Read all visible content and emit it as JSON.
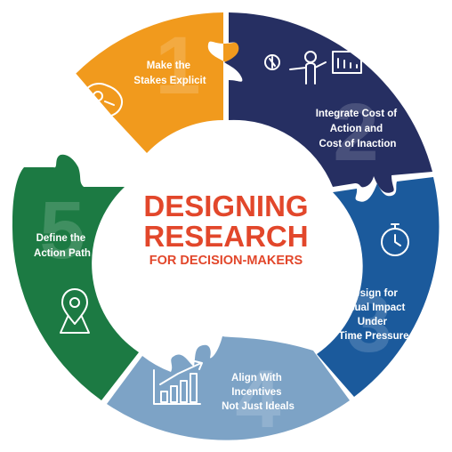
{
  "colors": {
    "segment_1": "#F19A1D",
    "segment_2": "#262F62",
    "segment_3": "#1B5A9C",
    "segment_4": "#7DA3C6",
    "segment_5": "#1C7A43",
    "title_red": "#E2472B"
  },
  "center": {
    "line1": "DESIGNING",
    "line2": "RESEARCH",
    "line3": "FOR DECISION-MAKERS"
  },
  "segments": [
    {
      "number": "1",
      "label_lines": [
        "Make the",
        "Stakes Explicit"
      ],
      "icon": "steak-icon"
    },
    {
      "number": "2",
      "label_lines": [
        "Integrate Cost of",
        "Action and",
        "Cost of Inaction"
      ],
      "icon": "presenter-with-chart-icon"
    },
    {
      "number": "3",
      "label_lines": [
        "Design for",
        "Visual Impact",
        "Under",
        "Time Pressure"
      ],
      "icon": "stopwatch-icon"
    },
    {
      "number": "4",
      "label_lines": [
        "Align With",
        "Incentives",
        "Not Just Ideals"
      ],
      "icon": "growth-bar-chart-icon"
    },
    {
      "number": "5",
      "label_lines": [
        "Define the",
        "Action Path"
      ],
      "icon": "map-pin-icon"
    }
  ]
}
